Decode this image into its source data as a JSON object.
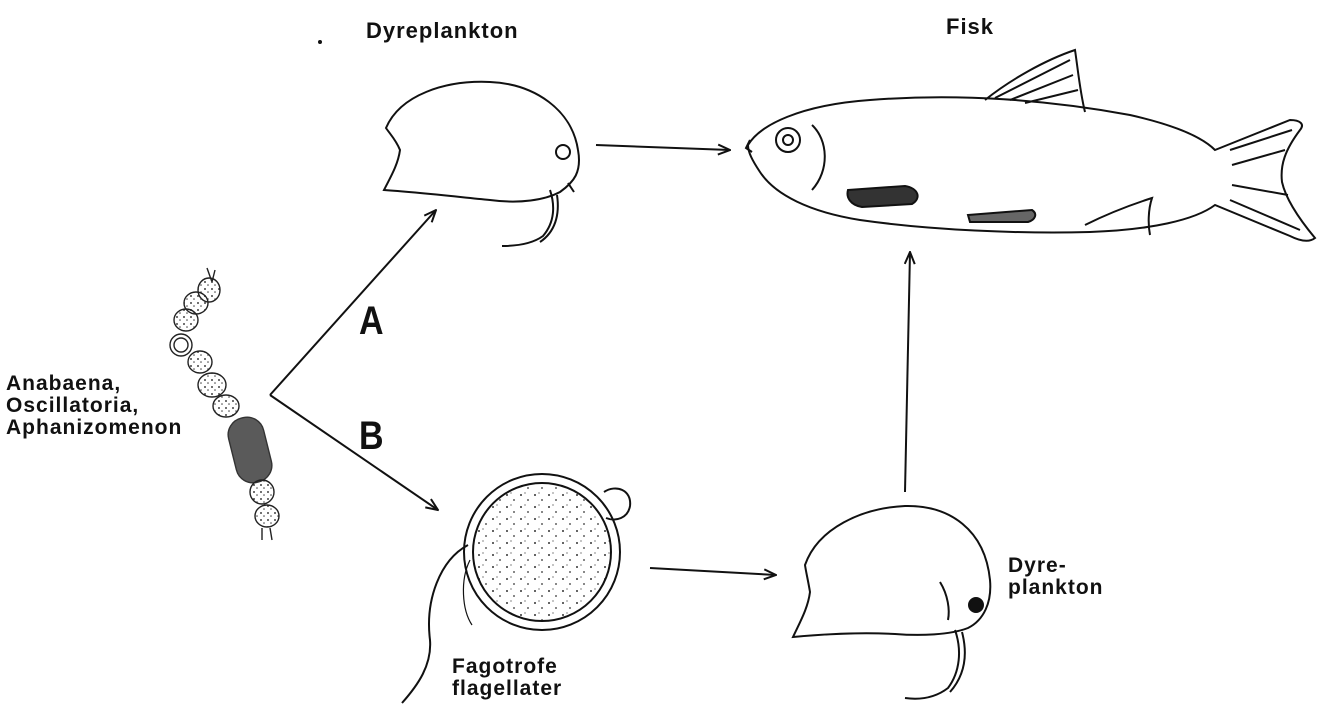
{
  "labels": {
    "zooplankton_top": "Dyreplankton",
    "fish": "Fisk",
    "cyanobacteria": "Anabaena,\nOscillatoria,\nAphanizomenon",
    "path_a": "A",
    "path_b": "B",
    "flagellates": "Fagotrofe\nflagellater",
    "zooplankton_bottom": "Dyre-\nplankton"
  },
  "colors": {
    "ink": "#111111",
    "heterocyst": "#5a5a5a"
  },
  "icons": {
    "cyanobacteria_filament": "filament-icon",
    "daphnia": "daphnia-icon",
    "fish": "fish-icon",
    "flagellate": "flagellate-icon"
  }
}
